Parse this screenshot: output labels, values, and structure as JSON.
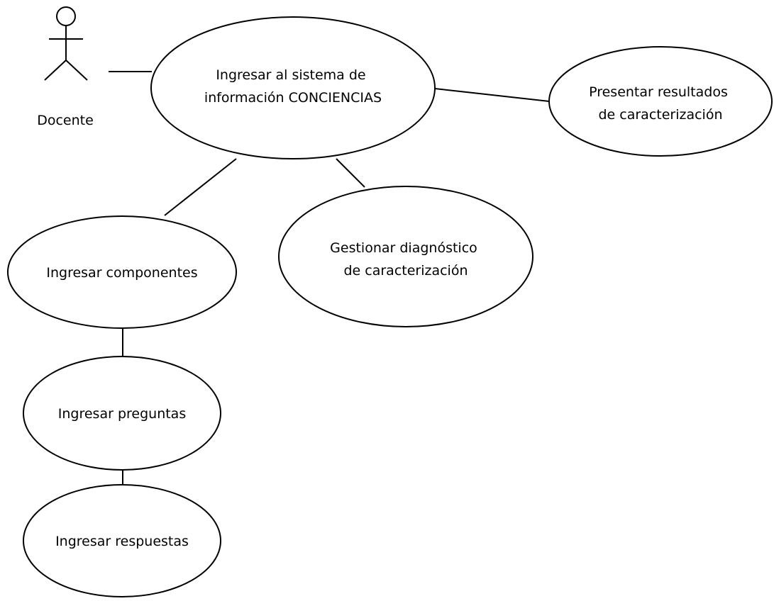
{
  "diagram": {
    "actor": {
      "name": "Docente",
      "icon": "stick-figure-actor-icon"
    },
    "use_cases": [
      {
        "id": "ingresar-sistema",
        "lines": [
          "Ingresar al sistema de",
          "información CONCIENCIAS"
        ]
      },
      {
        "id": "presentar-resultados",
        "lines": [
          "Presentar resultados",
          "de caracterización"
        ]
      },
      {
        "id": "ingresar-componentes",
        "lines": [
          "Ingresar componentes"
        ]
      },
      {
        "id": "gestionar-diagnostico",
        "lines": [
          "Gestionar diagnóstico",
          "de caracterización"
        ]
      },
      {
        "id": "ingresar-preguntas",
        "lines": [
          "Ingresar preguntas"
        ]
      },
      {
        "id": "ingresar-respuestas",
        "lines": [
          "Ingresar respuestas"
        ]
      }
    ],
    "associations": [
      {
        "from": "actor",
        "to": "ingresar-sistema"
      },
      {
        "from": "ingresar-sistema",
        "to": "presentar-resultados"
      },
      {
        "from": "ingresar-sistema",
        "to": "ingresar-componentes"
      },
      {
        "from": "ingresar-sistema",
        "to": "gestionar-diagnostico"
      },
      {
        "from": "ingresar-componentes",
        "to": "ingresar-preguntas"
      },
      {
        "from": "ingresar-preguntas",
        "to": "ingresar-respuestas"
      }
    ],
    "colors": {
      "stroke": "#000000",
      "fill": "#ffffff",
      "background": "#ffffff"
    }
  }
}
